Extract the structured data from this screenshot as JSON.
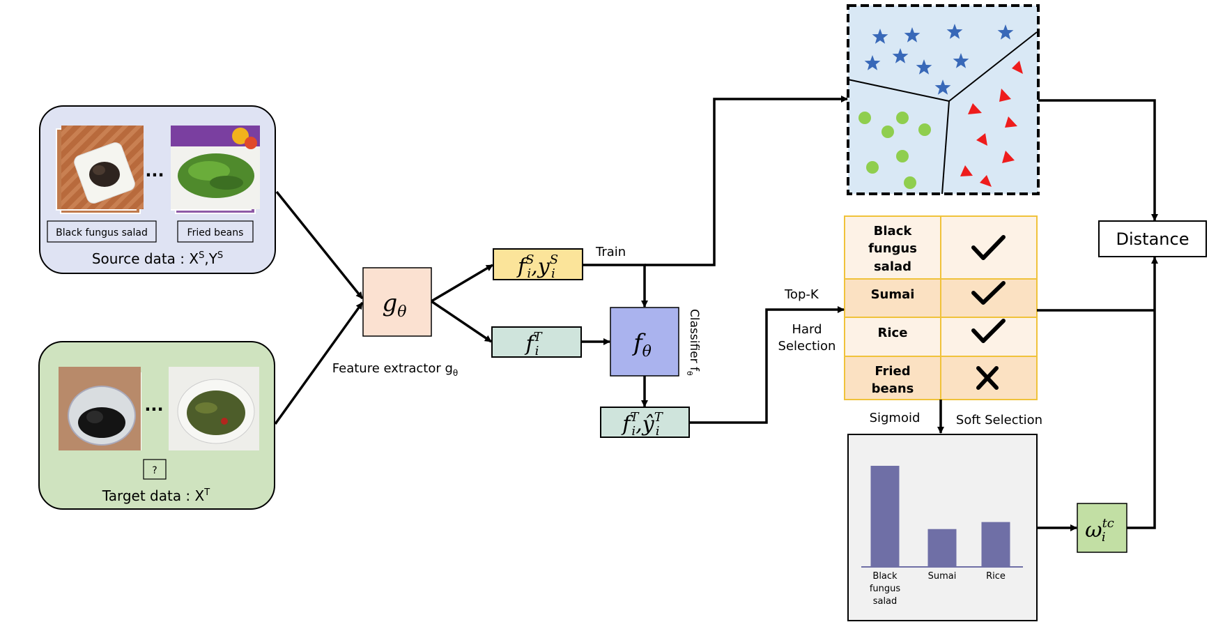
{
  "source": {
    "item1": "Black fungus salad",
    "item2": "Fried beans",
    "ellipsis": "...",
    "caption_main": "Source data : X",
    "caption_sup1": "S",
    "caption_mid": ",Y",
    "caption_sup2": "S"
  },
  "target": {
    "unknown_label": "?",
    "ellipsis": "...",
    "caption_main": "Target data : X",
    "caption_sup": "T"
  },
  "extractor": {
    "symbol": "g",
    "subscript": "θ",
    "caption": "Feature extractor g",
    "caption_sub": "θ"
  },
  "features": {
    "source_f": "f",
    "source_sup": "S",
    "source_sub": "i",
    "source_y": "y",
    "source_y_sup": "S",
    "source_y_sub": "i",
    "target_f": "f",
    "target_sup": "T",
    "target_sub": "i",
    "pred_y": "ŷ",
    "pred_sup": "T",
    "pred_sub": "i",
    "comma": ","
  },
  "classifier": {
    "symbol": "f",
    "subscript": "θ",
    "caption": "Classifier f",
    "caption_sub": "θ"
  },
  "labels": {
    "train": "Train",
    "topk": "Top-K",
    "hard_selection_1": "Hard",
    "hard_selection_2": "Selection",
    "sigmoid": "Sigmoid",
    "soft_selection": "Soft Selection",
    "distance": "Distance"
  },
  "selection_table": {
    "rows": [
      {
        "name_lines": [
          "Black",
          "fungus",
          "salad"
        ],
        "mark": "check"
      },
      {
        "name_lines": [
          "Sumai"
        ],
        "mark": "check"
      },
      {
        "name_lines": [
          "Rice"
        ],
        "mark": "check"
      },
      {
        "name_lines": [
          "Fried",
          "beans"
        ],
        "mark": "cross"
      }
    ]
  },
  "weight": {
    "symbol": "ω",
    "sup": "tc",
    "sub": "i"
  },
  "chart_data": {
    "type": "bar",
    "categories": [
      "Black fungus salad",
      "Sumai",
      "Rice"
    ],
    "category_lines": [
      [
        "Black",
        "fungus",
        "salad"
      ],
      [
        "Sumai"
      ],
      [
        "Rice"
      ]
    ],
    "values": [
      1.0,
      0.37,
      0.44
    ],
    "color": "#6f6fa6"
  },
  "colors": {
    "source_bg": "#dfe3f3",
    "target_bg": "#cfe3bf",
    "extractor_bg": "#fbe1d1",
    "feature_source_bg": "#fbe49a",
    "feature_target_bg": "#cfe4dc",
    "classifier_bg": "#aab3ee",
    "scatter_bg": "#d9e8f5",
    "star": "#3868b8",
    "circle": "#8fce4e",
    "triangle": "#ee1c1c",
    "table_border": "#f0c23a",
    "table_light": "#fdf2e6",
    "table_dark": "#fbe1c2",
    "chart_bg": "#f1f1f1",
    "weight_bg": "#c2dfa4"
  }
}
